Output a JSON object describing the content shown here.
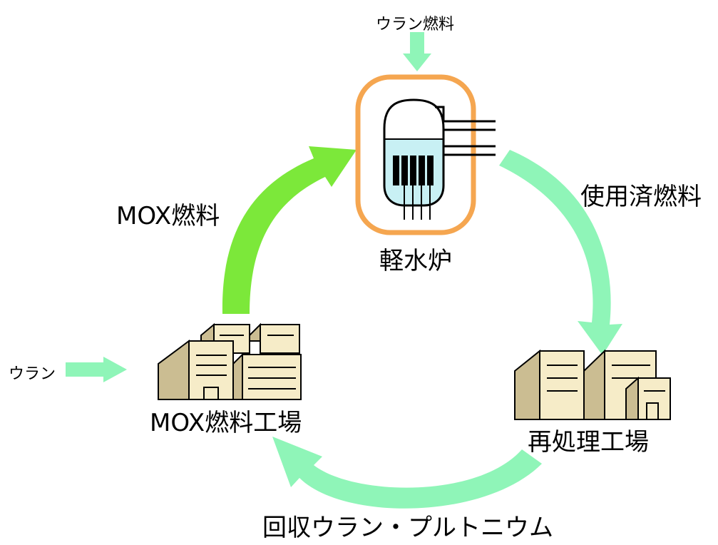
{
  "labels": {
    "uranium_fuel_input": "ウラン燃料",
    "reactor": "軽水炉",
    "spent_fuel": "使用済燃料",
    "reprocessing_plant": "再処理工場",
    "recovered": "回収ウラン・プルトニウム",
    "mox_plant": "MOX燃料工場",
    "mox_fuel": "MOX燃料",
    "uranium_input": "ウラン"
  },
  "colors": {
    "arrow_light_green": "#8ff5b8",
    "arrow_bright_green": "#7ce83a",
    "reactor_ring": "#f5a650",
    "reactor_water": "#c8f0f4",
    "building_side": "#cbbd92",
    "building_front": "#f6ecc8",
    "line": "#000000"
  }
}
